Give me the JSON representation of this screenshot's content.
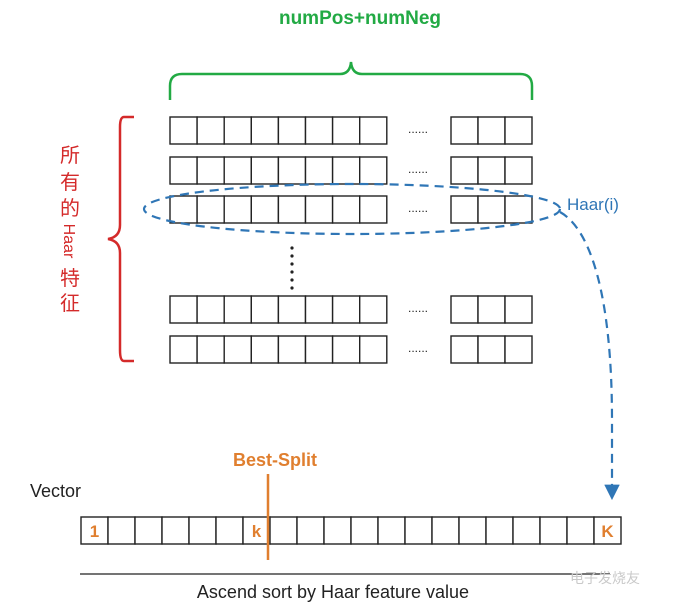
{
  "diagram": {
    "top_label": "numPos+numNeg",
    "side_label_chars": [
      "所",
      "有",
      "的",
      "Haar",
      "特",
      "征"
    ],
    "row_label": "Haar(i)",
    "ellipsis": "......",
    "split_label": "Best-Split",
    "vector_label": "Vector",
    "first_cell": "1",
    "split_cell": "k",
    "last_cell": "K",
    "axis_caption": "Ascend sort by Haar feature value",
    "watermark": "电子发烧友"
  },
  "colors": {
    "green": "#22aa44",
    "red": "#d42a2a",
    "blue": "#2f76b6",
    "orange": "#e07f2f",
    "ink": "#222222"
  }
}
